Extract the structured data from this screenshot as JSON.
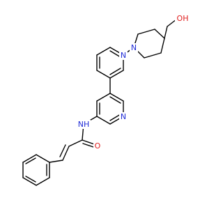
{
  "molecule": {
    "colors": {
      "bond": "#000000",
      "nitrogen": "#1f2bd6",
      "oxygen": "#e02020",
      "carbon": "#000000",
      "background": "#ffffff"
    },
    "labels": {
      "pip_n": "N",
      "pyr1_n": "N",
      "pyr2_n": "N",
      "amide_nh": "NH",
      "carbonyl_o": "O",
      "hydroxyl": "OH"
    }
  }
}
